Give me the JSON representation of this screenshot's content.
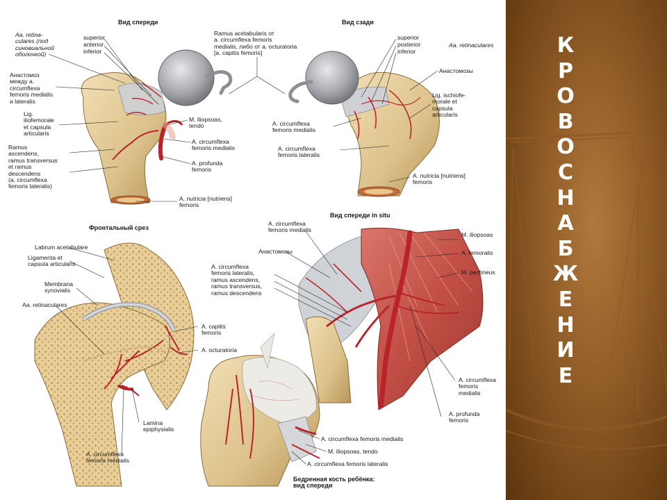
{
  "slide": {
    "title_letters": [
      "К",
      "Р",
      "О",
      "В",
      "О",
      "С",
      "Н",
      "А",
      "Б",
      "Ж",
      "Е",
      "Н",
      "И",
      "Е"
    ],
    "colors": {
      "panel_dark": "#6f4215",
      "panel_light": "#b0793c",
      "title_text": "#ffffff",
      "bone": "#e6cf9e",
      "artery": "#b8242a",
      "muscle": "#c0504a",
      "cartilage": "#b9bcc2"
    },
    "side_icon": "scales-of-justice-icon"
  },
  "atlas": {
    "view_front": {
      "caption": "Вид спереди",
      "labels": {
        "aa_retinaculares": "Aa. retina-\nculares (под\nсиновиальной\nоболочкой)",
        "superior": "superior",
        "anterior": "anterior",
        "inferior": "inferior",
        "anastomosis": "Анастомоз\nмежду a.\ncircumflexa\nfemoris medialis\nи lateralis",
        "lig_iliofemorale": "Lig.\niliofemorale\net capsula\narticularis",
        "ramus_ascendens": "Ramus\nascendens,\nramus transversus\net ramus\ndescendens\n(a. circumflexa\nfemoris lateralis)",
        "iliopsoas": "M. iliopsoas,\ntendo",
        "circumflexa_medialis": "A. circumflexa\nfemoris medialis",
        "profunda": "A. profunda\nfemoris",
        "nutricia": "A. nutricia [nutriens]\nfemoris"
      }
    },
    "ramus_acetabularis": "Ramus acetabularis от\na. circumflexa femoris\nmedialis, либо от a. octuratoria\n[a. capitis femoris]",
    "view_back": {
      "caption": "Вид сзади",
      "labels": {
        "superior": "superior",
        "posterior": "posterior",
        "inferior": "inferior",
        "aa_retinaculares": "Aa. retinaculares",
        "anastomoses": "Анастомозы",
        "lig_ischiofemorale": "Lig. ischiofe-\nmorale et\ncapsula\narticularis",
        "circumflexa_medialis": "A. circumflexa\nfemoris medialis",
        "circumflexa_lateralis": "A. circumflexa\nfemoris lateralis",
        "nutricia": "A. nutricia [nutriens]\nfemoris"
      }
    },
    "frontal_section": {
      "caption": "Фронтальный срез",
      "labels": {
        "labrum": "Labrum acetabulare",
        "ligamenta": "Ligamenta et\ncapsula articularis",
        "membrana": "Membrana\nsynovialis",
        "aa_retinaculares": "Aa. retinaculares",
        "capitis": "A. capitis\nfemoris",
        "octuratoria": "A. octuratoria",
        "lamina": "Lamina\nepiphysialis",
        "circumflexa_medialis": "A. circumflexa\nfemoris medialis"
      }
    },
    "in_situ": {
      "caption": "Вид спереди in situ",
      "labels": {
        "circumflexa_medialis_top": "A. circumflexa\nfemoris medialis",
        "iliopsoas": "M. iliopsoas",
        "anastomoses": "Анастомозы",
        "femoralis": "A. femoralis",
        "circumflexa_lateralis": "A. circumflexa\nfemoris lateralis,\nramus ascendens,\nramus transversus,\nramus descendens",
        "pectineus": "M. pectineus",
        "circumflexa_medialis_bottom": "A. circumflexa\nfemoris\nmedialis",
        "profunda": "A. profunda\nfemoris"
      }
    },
    "child_femur": {
      "caption": "Бедренная кость ребёнка:\nвид спереди",
      "labels": {
        "circumflexa_medialis": "A. circumflexa femoris medialis",
        "iliopsoas": "M. iliopsoas, tendo",
        "circumflexa_lateralis": "A. circumflexa femoris lateralis"
      }
    }
  }
}
